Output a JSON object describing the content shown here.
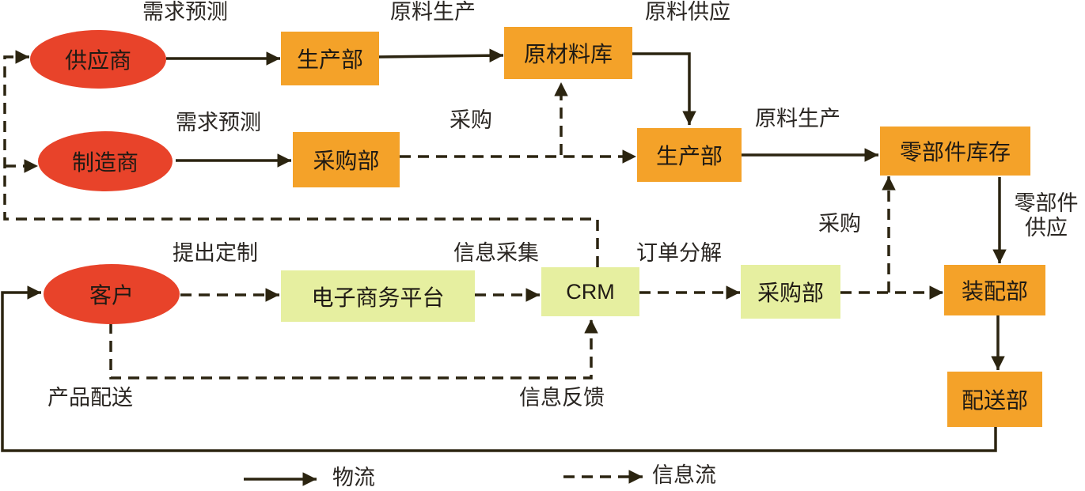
{
  "nodes": {
    "supplier": "供应商",
    "manufacturer": "制造商",
    "customer": "客户",
    "production_top": "生产部",
    "raw_warehouse": "原材料库",
    "purchase_mid": "采购部",
    "production_mid": "生产部",
    "parts_inventory": "零部件库存",
    "ecommerce": "电子商务平台",
    "crm": "CRM",
    "purchase_low": "采购部",
    "assembly": "装配部",
    "delivery": "配送部"
  },
  "edge_labels": {
    "demand_forecast_top": "需求预测",
    "raw_production_top": "原料生产",
    "raw_supply": "原料供应",
    "demand_forecast_mid": "需求预测",
    "purchase_mid": "采购",
    "raw_production_mid": "原料生产",
    "purchase_right": "采购",
    "parts_supply_1": "零部件",
    "parts_supply_2": "供应",
    "customize": "提出定制",
    "info_collect": "信息采集",
    "order_split": "订单分解",
    "product_delivery": "产品配送",
    "info_feedback": "信息反馈"
  },
  "legend": {
    "material_flow": "物流",
    "info_flow": "信息流"
  },
  "colors": {
    "ellipse": "#e8432a",
    "orange_box": "#f4a229",
    "green_box": "#e6efa0",
    "line": "#2b2410"
  }
}
